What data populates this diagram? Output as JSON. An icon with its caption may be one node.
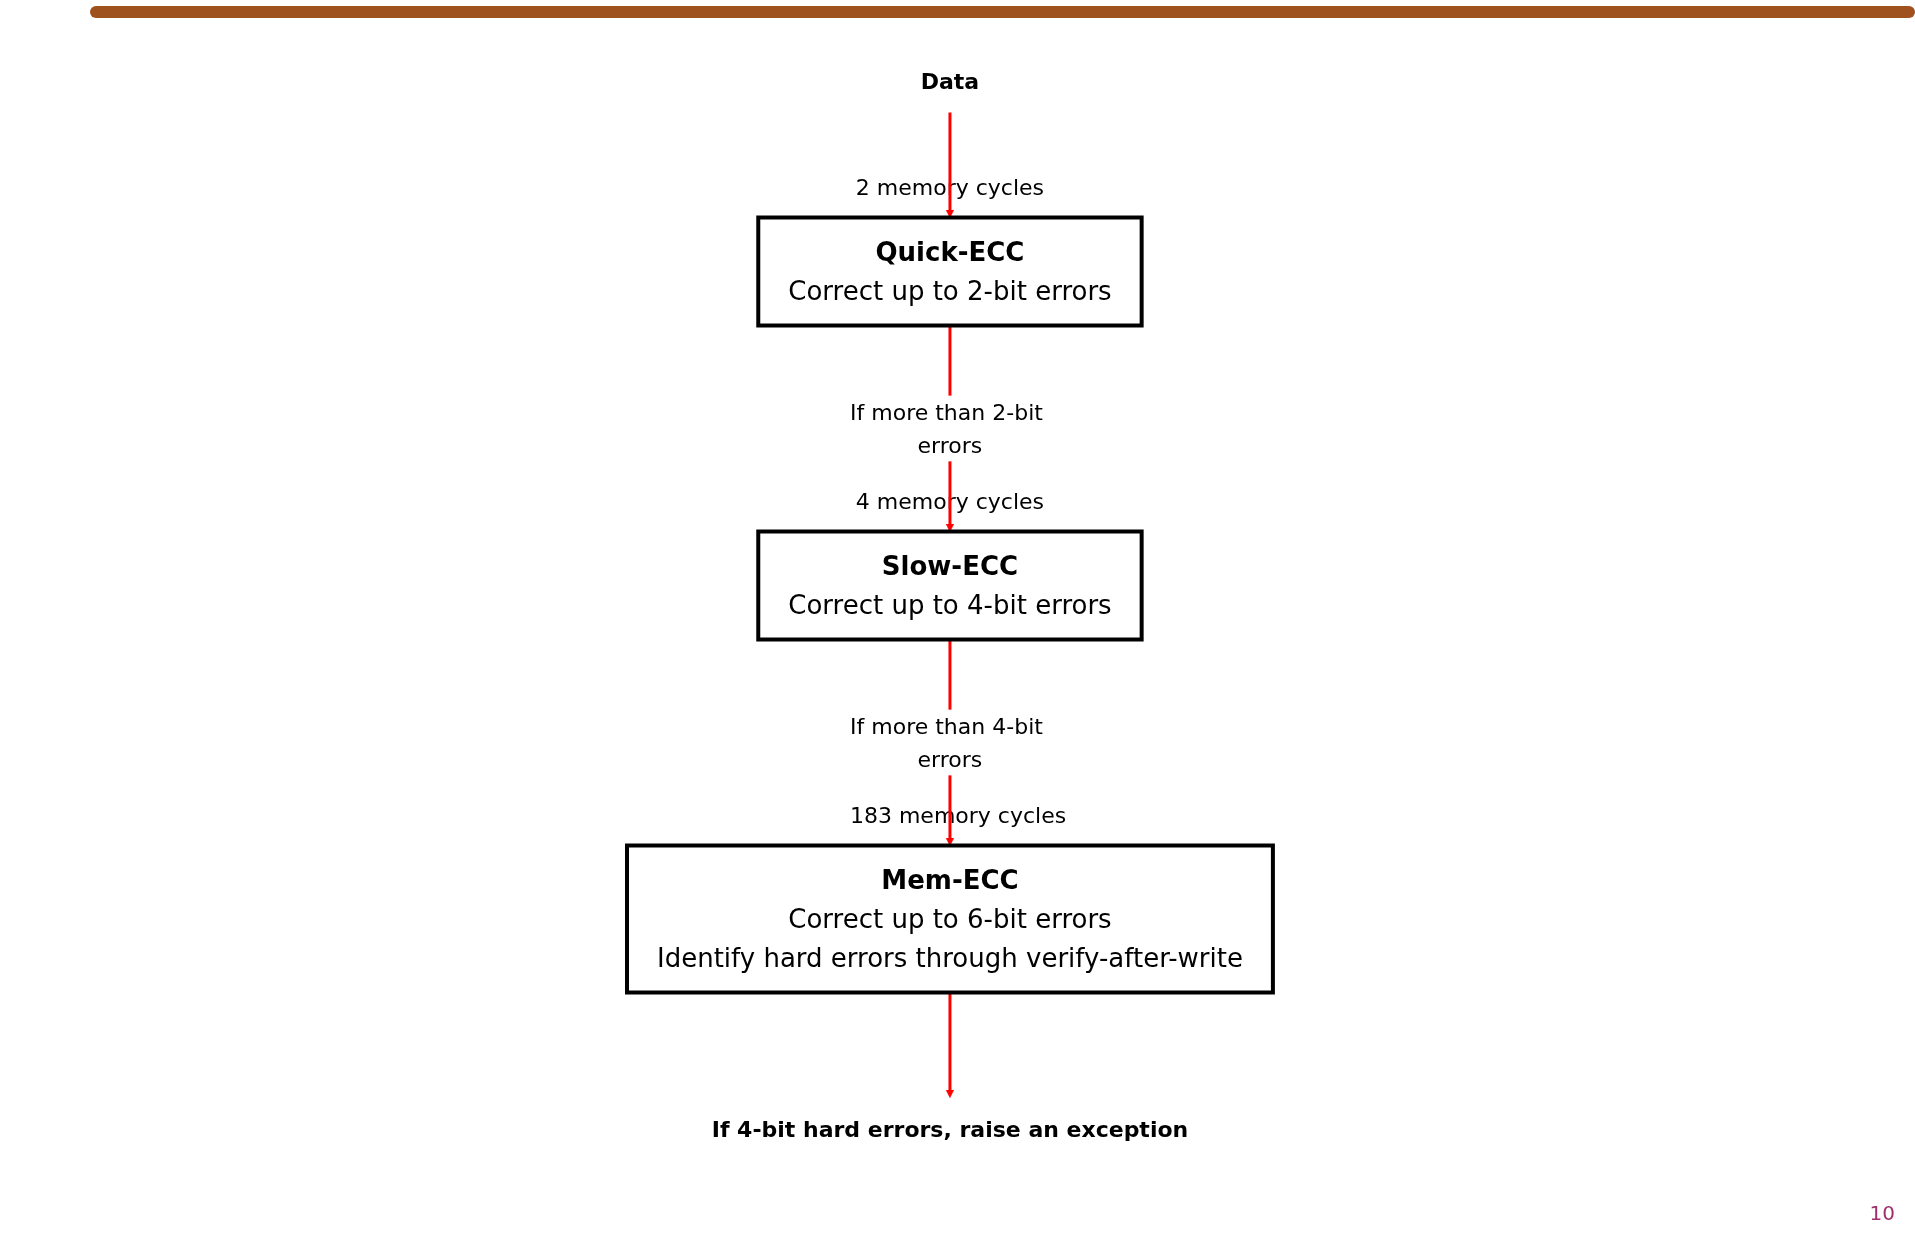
{
  "diagram": {
    "nodes": [
      {
        "text": [
          "Data"
        ]
      },
      {
        "text": [
          "Quick-ECC",
          "Correct up to 2-bit errors"
        ],
        "beside": [
          "2 memory cycles"
        ]
      },
      {
        "text": [
          "Slow-ECC",
          "Correct up to 4-bit errors"
        ],
        "beside": [
          "4 memory cycles"
        ]
      },
      {
        "text": [
          "Mem-ECC",
          "Correct up to 6-bit errors",
          "Identify hard errors through verify-after-write"
        ],
        "beside": [
          "183 memory cycles"
        ]
      },
      {
        "text": [
          "If 4-bit hard errors, raise an exception"
        ]
      }
    ],
    "edges": [
      {
        "from": 0,
        "to": 1,
        "arrow": "to"
      },
      {
        "from": 1,
        "to": 2,
        "arrow": "to",
        "label": "If more than 2-bit errors"
      },
      {
        "from": 2,
        "to": 3,
        "arrow": "to",
        "label": "If more than 4-bit errors"
      },
      {
        "from": 3,
        "to": 4,
        "arrow": "to"
      }
    ],
    "labels": [
      "10"
    ]
  }
}
